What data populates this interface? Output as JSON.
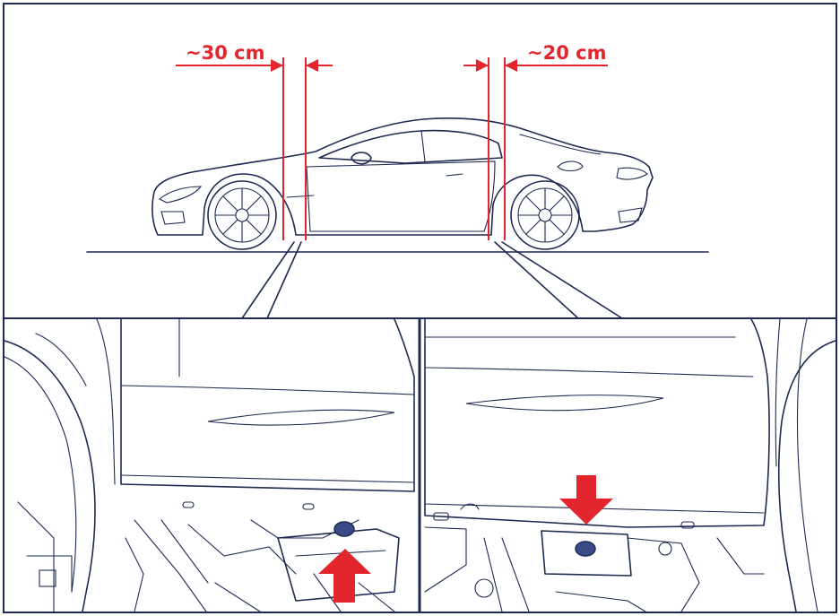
{
  "measurements": {
    "front": "~30 cm",
    "rear": "~20 cm"
  },
  "colors": {
    "outline": "#1d2a52",
    "accent": "#e3262e",
    "jack_point": "#3a4a86",
    "background": "#ffffff"
  },
  "icons": {
    "front_arrow": "up-arrow",
    "rear_arrow": "down-arrow"
  }
}
